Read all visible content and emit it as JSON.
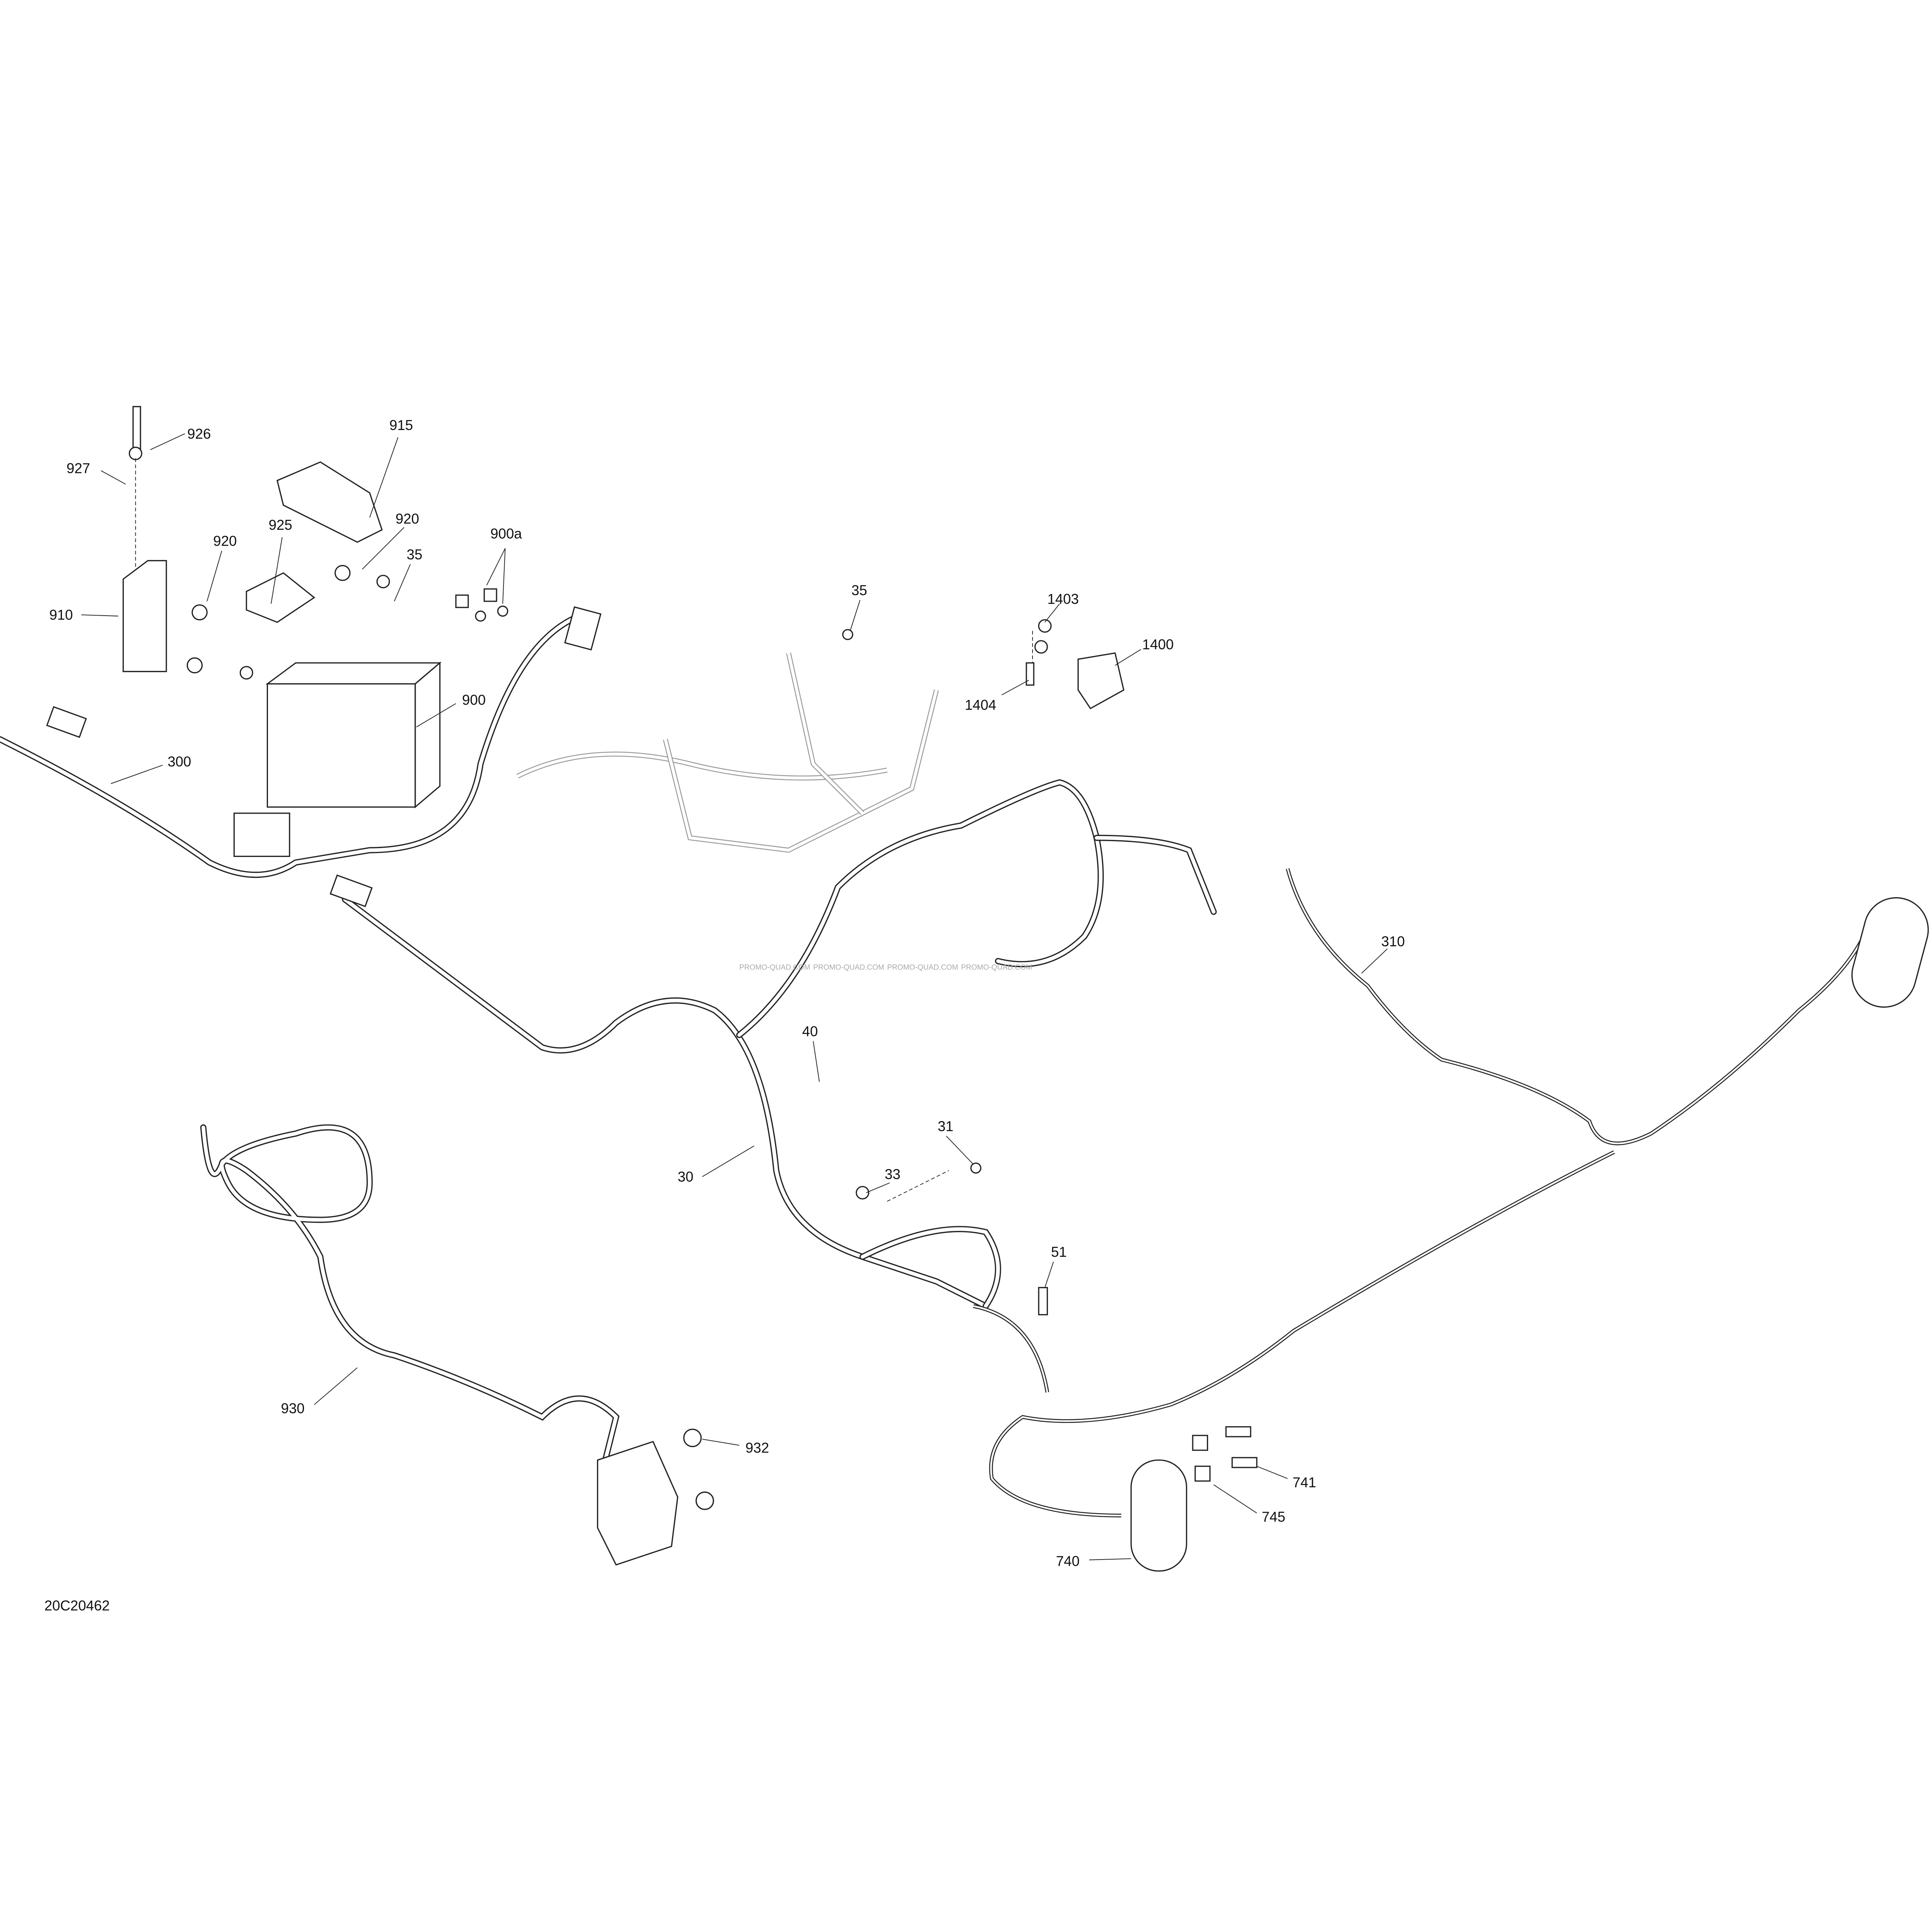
{
  "diagram_id": "20C20462",
  "watermark": "PROMO-QUAD.COM",
  "callouts": {
    "c926": "926",
    "c927": "927",
    "c915": "915",
    "c920a": "920",
    "c920b": "920",
    "c925": "925",
    "c35a": "35",
    "c900a": "900a",
    "c910": "910",
    "c900": "900",
    "c300": "300",
    "c35b": "35",
    "c1403": "1403",
    "c1400": "1400",
    "c1404": "1404",
    "c310": "310",
    "c40": "40",
    "c31": "31",
    "c30": "30",
    "c33": "33",
    "c51": "51",
    "c930": "930",
    "c932": "932",
    "c741": "741",
    "c745": "745",
    "c740": "740"
  }
}
